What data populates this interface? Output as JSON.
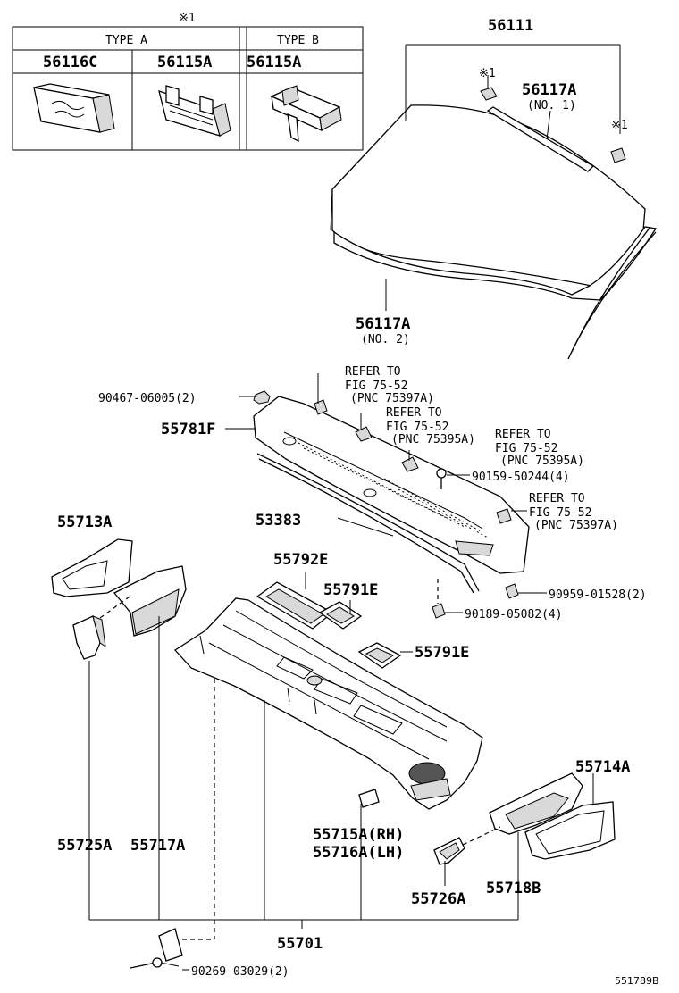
{
  "ref_table": {
    "mark": "※1",
    "type_a_label": "TYPE A",
    "type_b_label": "TYPE B",
    "col1_part": "56116C",
    "col2_part": "56115A",
    "col3_part": "56115A"
  },
  "parts": {
    "windshield": "56111",
    "molding_no1": "56117A",
    "molding_no1_note": "(NO. 1)",
    "mark_left": "※1",
    "mark_right": "※1",
    "molding_no2": "56117A",
    "molding_no2_note": "(NO. 2)",
    "nut": "90467-06005(2)",
    "louver_sub": "55781F",
    "seal": "53383",
    "panel_left_upper": "55713A",
    "vent_lid_big": "55792E",
    "vent_lid_1": "55791E",
    "vent_lid_2": "55791E",
    "cowl_top": "55701",
    "brace_left": "55725A",
    "panel_left_lower": "55717A",
    "bracket_rh": "55715A(RH)",
    "bracket_lh": "55716A(LH)",
    "panel_right_upper": "55714A",
    "brace_right": "55726A",
    "panel_right_lower": "55718B",
    "clip_screw": "90159-50244(4)",
    "clip_nut": "90959-01528(2)",
    "clip_b": "90189-05082(4)",
    "bolt": "90269-03029(2)"
  },
  "refs": [
    {
      "l1": "REFER TO",
      "l2": "FIG 75-52",
      "l3": "(PNC 75397A)"
    },
    {
      "l1": "REFER TO",
      "l2": "FIG 75-52",
      "l3": "(PNC 75395A)"
    },
    {
      "l1": "REFER TO",
      "l2": "FIG 75-52",
      "l3": "(PNC 75395A)"
    },
    {
      "l1": "REFER TO",
      "l2": "FIG 75-52",
      "l3": "(PNC 75397A)"
    }
  ],
  "figure_id": "551789B"
}
